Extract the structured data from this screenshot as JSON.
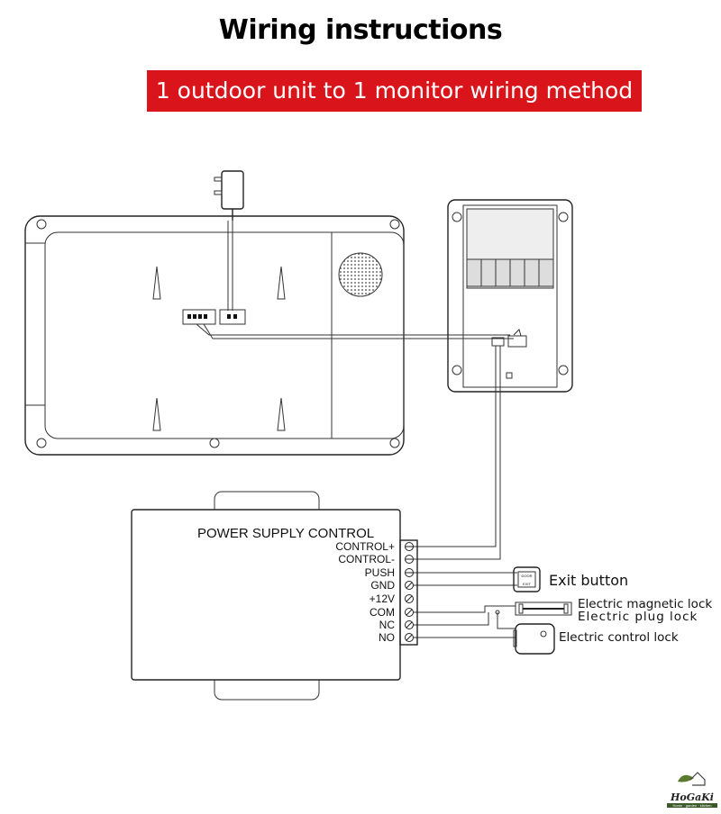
{
  "title": "Wiring instructions",
  "banner": "1 outdoor unit to 1 monitor  wiring method",
  "power_supply": {
    "title": "POWER SUPPLY CONTROL",
    "terminals": [
      "CONTROL+",
      "CONTROL-",
      "PUSH",
      "GND",
      "+12V",
      "COM",
      "NC",
      "NO"
    ]
  },
  "devices": {
    "exit_button": "Exit button",
    "exit_button_face_top": "DOOR",
    "exit_button_face_bottom": "EXIT",
    "magnetic_lock": "Electric magnetic lock",
    "plug_lock": "Electric plug lock",
    "control_lock": "Electric control lock"
  },
  "logo": {
    "name": "HoGaKi",
    "tagline": "Home · garden · kitchen"
  },
  "colors": {
    "banner": "#d9151b",
    "line": "#222222"
  }
}
